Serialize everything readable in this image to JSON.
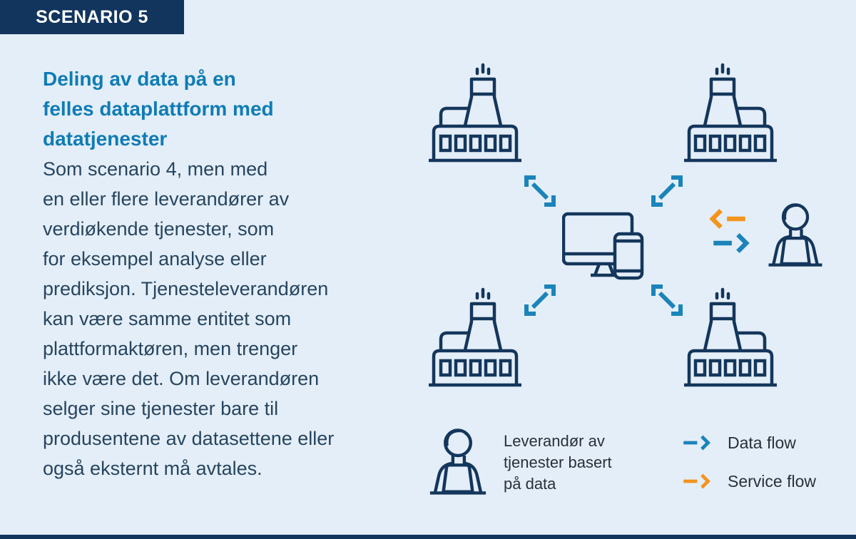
{
  "scenario_badge": {
    "label": "SCENARIO 5"
  },
  "article": {
    "title": "Deling av data på en\nfelles dataplattform med\ndatatjenester",
    "body": "Som scenario 4, men med\nen eller flere leverandører av\nverdiøkende tjenester, som\nfor eksempel analyse eller\nprediksjon. Tjenesteleverandøren\nkan være samme entitet som\nplattformaktøren, men trenger\nikke være det. Om leverandøren\nselger sine tjenester bare til\nprodusentene av datasettene eller\nogså eksternt må avtales."
  },
  "diagram": {
    "nodes": [
      {
        "id": "factory-top-left",
        "icon": "factory-icon"
      },
      {
        "id": "factory-top-right",
        "icon": "factory-icon"
      },
      {
        "id": "factory-bottom-left",
        "icon": "factory-icon"
      },
      {
        "id": "factory-bottom-right",
        "icon": "factory-icon"
      },
      {
        "id": "data-platform-center",
        "icon": "desktop-and-phone-icon"
      },
      {
        "id": "service-provider",
        "icon": "person-at-laptop-icon"
      }
    ],
    "connections": [
      {
        "from": "factory-top-left",
        "to": "data-platform-center",
        "type": "data-flow",
        "style": "double-headed-diagonal-arrow"
      },
      {
        "from": "factory-top-right",
        "to": "data-platform-center",
        "type": "data-flow",
        "style": "double-headed-diagonal-arrow"
      },
      {
        "from": "factory-bottom-left",
        "to": "data-platform-center",
        "type": "data-flow",
        "style": "double-headed-diagonal-arrow"
      },
      {
        "from": "factory-bottom-right",
        "to": "data-platform-center",
        "type": "data-flow",
        "style": "double-headed-diagonal-arrow"
      },
      {
        "from": "service-provider",
        "to": "data-platform-center",
        "type": "service-flow",
        "style": "left-arrow-orange"
      },
      {
        "from": "data-platform-center",
        "to": "service-provider",
        "type": "data-flow",
        "style": "right-arrow-blue"
      }
    ]
  },
  "legend": {
    "provider_label": "Leverandør av\ntjenester basert\npå data",
    "data_flow_label": "Data flow",
    "service_flow_label": "Service flow"
  },
  "colors": {
    "background": "#e4eef8",
    "navy": "#14365c",
    "badge_background": "#12355e",
    "heading_blue": "#0f7cb4",
    "body_text": "#27455f",
    "data_flow_blue": "#1b84ba",
    "service_flow_orange": "#f2951d",
    "legend_text": "#2a3039"
  }
}
